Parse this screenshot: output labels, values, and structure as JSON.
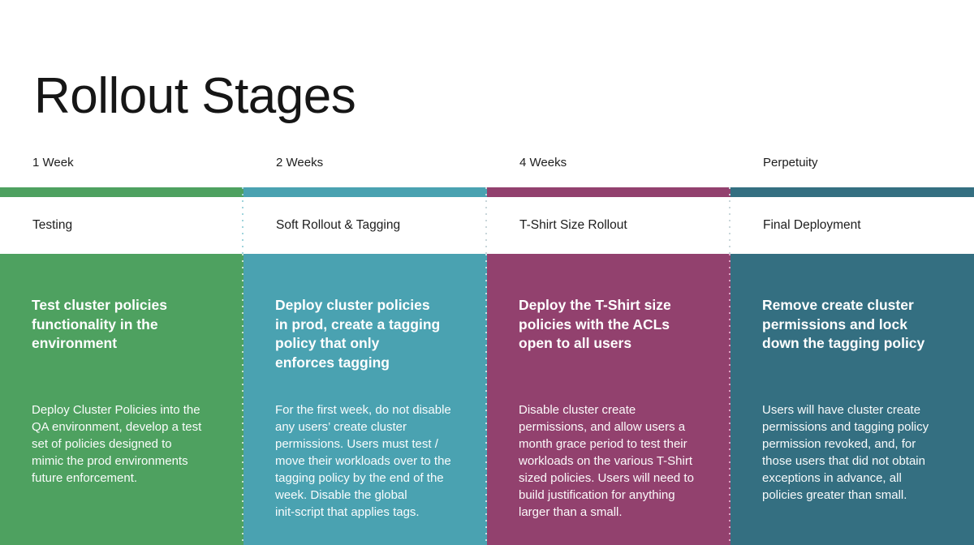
{
  "slide": {
    "title": "Rollout Stages"
  },
  "accent_colors": {
    "green": "#4EA160",
    "teal": "#4AA2B1",
    "magenta": "#92416E",
    "slate_teal": "#346F81"
  },
  "columns": [
    {
      "duration": "1 Week",
      "stage": "Testing",
      "color": "#4EA160",
      "heading": "Test cluster policies\nfunctionality in the\nenvironment",
      "body": "Deploy Cluster Policies into the\nQA environment, develop a test\nset of policies designed to\nmimic the prod environments\nfuture enforcement."
    },
    {
      "duration": "2 Weeks",
      "stage": "Soft Rollout & Tagging",
      "color": "#4AA2B1",
      "heading": "Deploy cluster policies\nin prod, create a tagging\npolicy that only\nenforces tagging",
      "body": "For the first week, do not disable\nany users’ create cluster\npermissions. Users must test /\nmove their workloads over to the\ntagging policy by the end of the\nweek. Disable the global\ninit-script that applies tags."
    },
    {
      "duration": "4 Weeks",
      "stage": "T-Shirt Size Rollout",
      "color": "#92416E",
      "heading": "Deploy the T-Shirt size\npolicies with the ACLs\nopen to all users",
      "body": "Disable cluster create\npermissions, and allow users a\nmonth grace period to test their\nworkloads on the various T-Shirt\nsized policies. Users will need to\nbuild justification for anything\nlarger than a small."
    },
    {
      "duration": "Perpetuity",
      "stage": "Final Deployment",
      "color": "#346F81",
      "heading": "Remove create cluster\npermissions and lock\ndown the tagging policy",
      "body": "Users will have cluster create\npermissions and tagging policy\npermission revoked, and, for\nthose users that did not obtain\nexceptions in advance, all\npolicies greater than small."
    }
  ]
}
